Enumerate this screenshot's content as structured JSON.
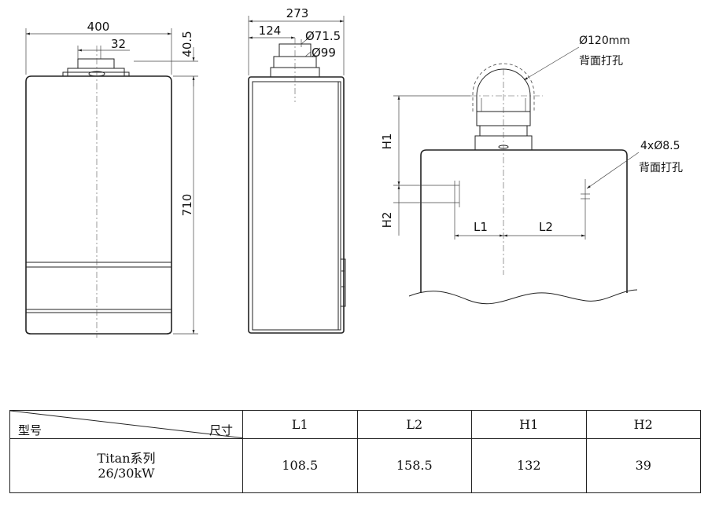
{
  "drawing": {
    "front": {
      "width": "400",
      "outlet_offset": "32",
      "outlet_height": "40.5",
      "height": "710"
    },
    "side": {
      "depth": "273",
      "outlet_offset": "124",
      "diam_inner": "Ø71.5",
      "diam_outer": "Ø99"
    },
    "detail": {
      "flue_diam": "Ø120mm",
      "flue_note": "背面打孔",
      "holes": "4xØ8.5",
      "holes_note": "背面打孔",
      "h1": "H1",
      "h2": "H2",
      "l1": "L1",
      "l2": "L2"
    }
  },
  "table": {
    "corner_left": "型号",
    "corner_right": "尺寸",
    "headers": [
      "L1",
      "L2",
      "H1",
      "H2"
    ],
    "rows": [
      {
        "model": [
          "Titan系列",
          "26/30kW"
        ],
        "values": [
          "108.5",
          "158.5",
          "132",
          "39"
        ]
      }
    ]
  }
}
